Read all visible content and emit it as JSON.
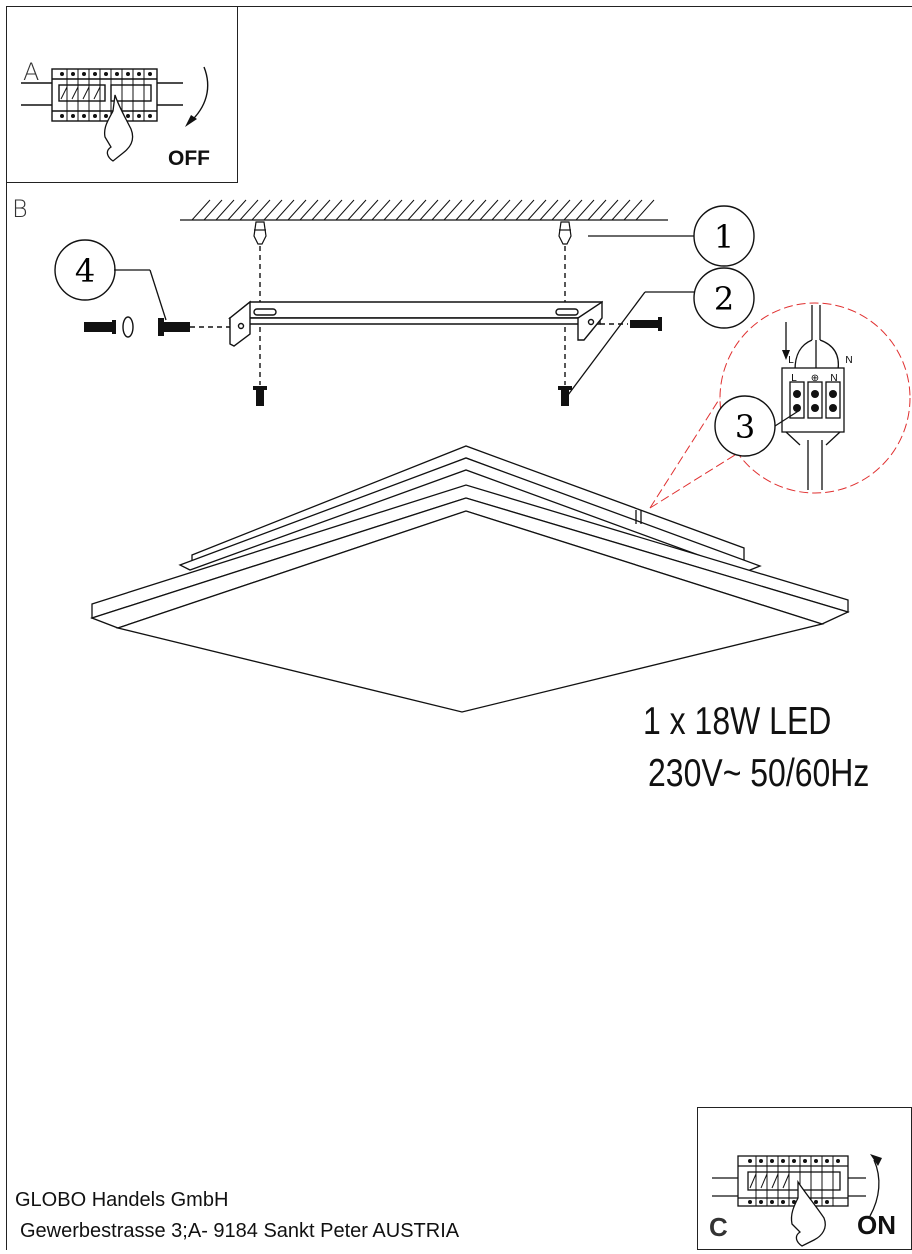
{
  "steps": {
    "a": {
      "letter": "A",
      "state": "OFF"
    },
    "b": {
      "letter": "B"
    },
    "c": {
      "letter": "C",
      "state": "ON"
    }
  },
  "callouts": [
    "1",
    "2",
    "3",
    "4"
  ],
  "terminal_labels": {
    "live": "L",
    "earth": "⊕",
    "neutral": "N"
  },
  "spec": {
    "line1": "1 x 18W LED",
    "line2": "230V~ 50/60Hz"
  },
  "company": {
    "name": "GLOBO Handels GmbH",
    "address": "Gewerbestrasse 3;A- 9184 Sankt Peter AUSTRIA"
  }
}
